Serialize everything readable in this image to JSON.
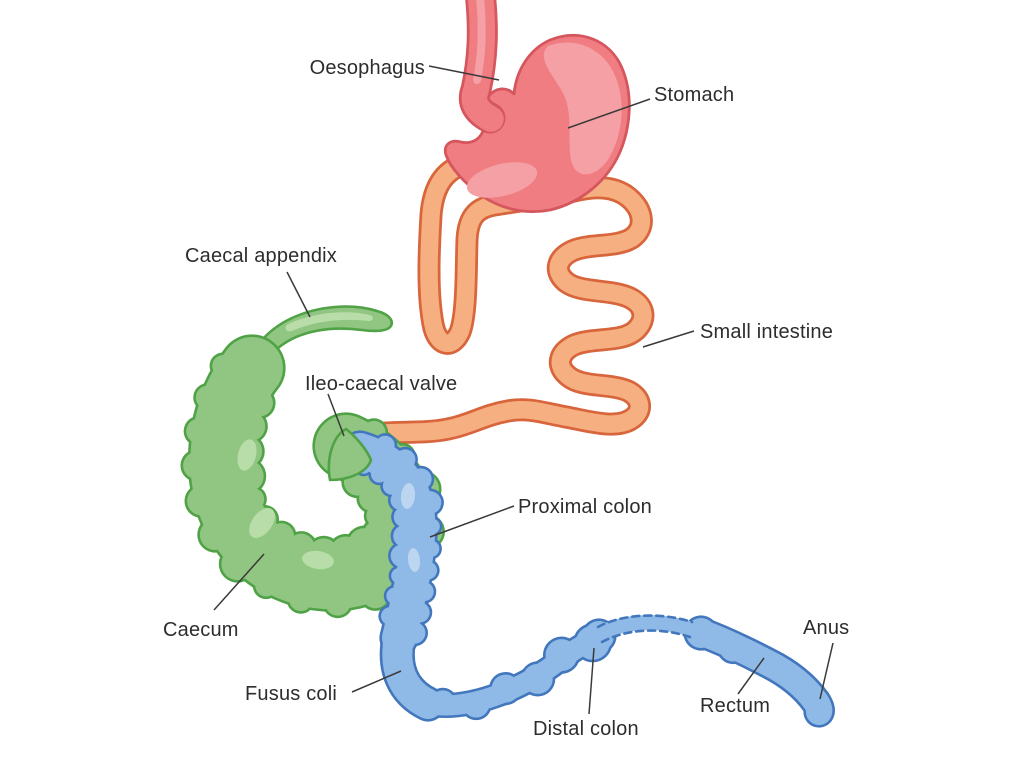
{
  "figure": {
    "labels": {
      "oesophagus": "Oesophagus",
      "stomach": "Stomach",
      "caecal_appendix": "Caecal appendix",
      "small_intestine": "Small intestine",
      "ileo_caecal_valve": "Ileo-caecal valve",
      "proximal_colon": "Proximal colon",
      "caecum": "Caecum",
      "fusus_coli": "Fusus coli",
      "distal_colon": "Distal colon",
      "rectum": "Rectum",
      "anus": "Anus"
    },
    "colors": {
      "stomach_fill": "#EF7D82",
      "stomach_outline": "#D5565D",
      "stomach_highlight": "#F5A0A5",
      "intestine_fill": "#F6AF80",
      "intestine_outline": "#D8653B",
      "caecum_fill": "#90C681",
      "caecum_outline": "#4FA245",
      "caecum_highlight": "#B9DDA9",
      "colon_fill": "#8FB9E6",
      "colon_outline": "#4377BD",
      "colon_highlight": "#BCD6F2",
      "label_text": "#2D2D2D",
      "leader": "#3A3A3A",
      "background": "#FFFFFF"
    }
  }
}
